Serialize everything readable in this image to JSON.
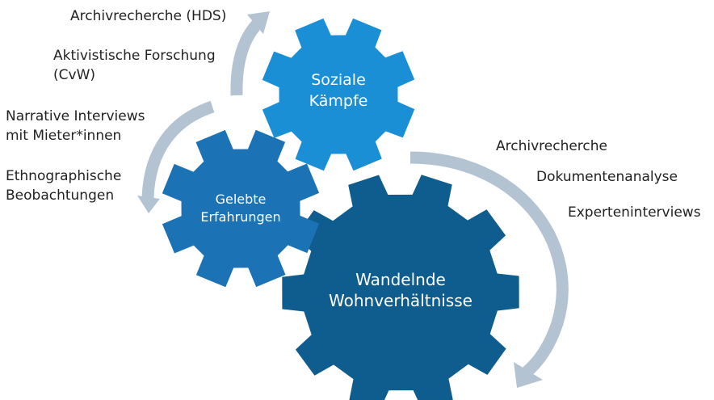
{
  "gears": {
    "soziale": {
      "line1": "Soziale",
      "line2": "Kämpfe",
      "color": "#1a8fd6"
    },
    "gelebte": {
      "line1": "Gelebte",
      "line2": "Erfahrungen",
      "color": "#1b72b4"
    },
    "wandelnde": {
      "line1": "Wandelnde",
      "line2": "Wohnverhältnisse",
      "color": "#0e5d8e"
    }
  },
  "arrow_color": "#b4c3d2",
  "methods": {
    "archiv_hds": "Archivrecherche (HDS)",
    "aktivistisch_1": "Aktivistische Forschung",
    "aktivistisch_2": "(CvW)",
    "narrative_1": "Narrative Interviews",
    "narrative_2": "mit Mieter*innen",
    "ethno_1": "Ethnographische",
    "ethno_2": "Beobachtungen",
    "archiv": "Archivrecherche",
    "dokumente": "Dokumentenanalyse",
    "experten": "Experteninterviews"
  }
}
